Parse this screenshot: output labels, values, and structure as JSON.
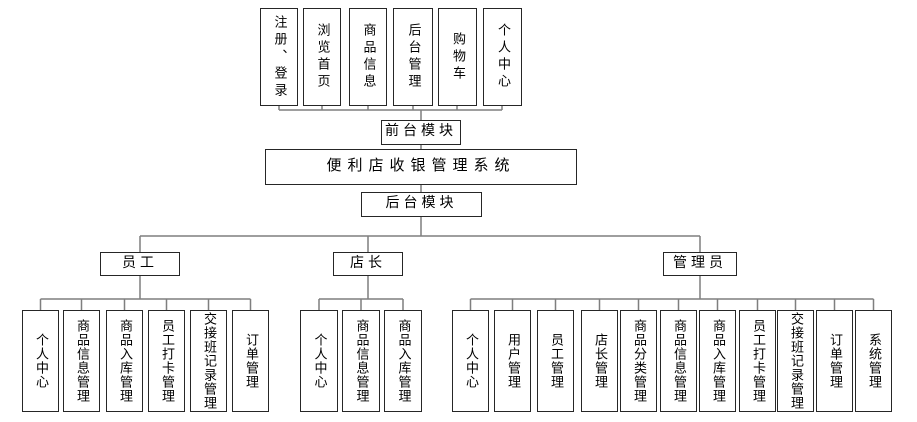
{
  "diagram": {
    "title": "便利店收银管理系统",
    "front_module": "前台模块",
    "back_module": "后台模块",
    "front_features": [
      "注册、登录",
      "浏览首页",
      "商品信息",
      "后台管理",
      "购物车",
      "个人中心"
    ],
    "roles": [
      {
        "name": "员工",
        "children": [
          "个人中心",
          "商品信息管理",
          "商品入库管理",
          "员工打卡管理",
          "交接班记录管理",
          "订单管理"
        ]
      },
      {
        "name": "店长",
        "children": [
          "个人中心",
          "商品信息管理",
          "商品入库管理"
        ]
      },
      {
        "name": "管理员",
        "children": [
          "个人中心",
          "用户管理",
          "员工管理",
          "店长管理",
          "商品分类管理",
          "商品信息管理",
          "商品入库管理",
          "员工打卡管理",
          "交接班记录管理",
          "订单管理",
          "系统管理"
        ]
      }
    ],
    "colors": {
      "box_border": "#262626",
      "connector_line": "#7f7f7f",
      "background": "#ffffff"
    }
  }
}
